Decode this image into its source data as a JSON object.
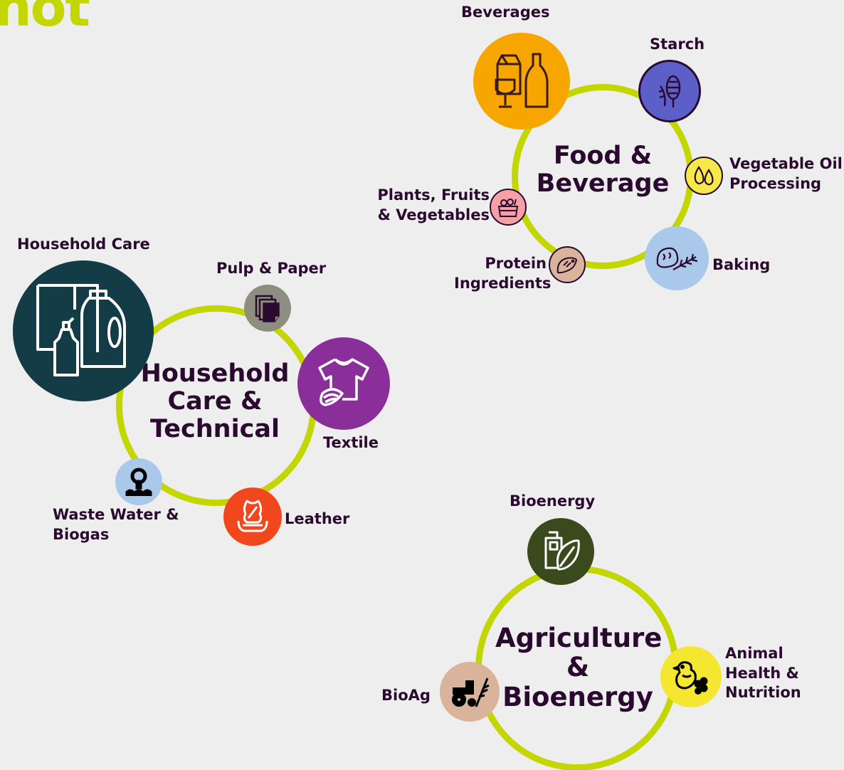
{
  "header": {
    "corner_text": "hot"
  },
  "colors": {
    "ring": "#c4d600",
    "title_text": "#2a0a2e",
    "accent_green": "#c4d600"
  },
  "clusters": {
    "food": {
      "title": "Food &\nBeverage",
      "items": {
        "beverages": {
          "label": "Beverages",
          "color": "#f7a600",
          "icon": "beverages-icon"
        },
        "starch": {
          "label": "Starch",
          "color": "#5c5fc8",
          "icon": "corn-icon"
        },
        "vegetable_oil": {
          "label": "Vegetable Oil\nProcessing",
          "color": "#f5e84a",
          "icon": "oil-drops-icon"
        },
        "baking": {
          "label": "Baking",
          "color": "#a9c8ea",
          "icon": "bread-wheat-icon"
        },
        "protein": {
          "label": "Protein\nIngredients",
          "color": "#d9b49a",
          "icon": "fish-icon"
        },
        "plants": {
          "label": "Plants, Fruits\n& Vegetables",
          "color": "#f4a0a5",
          "icon": "produce-crate-icon"
        }
      }
    },
    "household": {
      "title": "Household\nCare &\nTechnical",
      "items": {
        "household_care": {
          "label": "Household Care",
          "color": "#133c47",
          "icon": "detergent-bottles-icon"
        },
        "pulp_paper": {
          "label": "Pulp & Paper",
          "color": "#8e8e80",
          "icon": "paper-stack-icon"
        },
        "textile": {
          "label": "Textile",
          "color": "#8a2f9a",
          "icon": "tshirt-icon"
        },
        "leather": {
          "label": "Leather",
          "color": "#f2461d",
          "icon": "leather-hide-icon"
        },
        "waste_water": {
          "label": "Waste Water &\nBiogas",
          "color": "#a9c8ea",
          "icon": "water-treatment-icon"
        }
      }
    },
    "agriculture": {
      "title": "Agriculture\n&\nBioenergy",
      "items": {
        "bioenergy": {
          "label": "Bioenergy",
          "color": "#3a4a1c",
          "icon": "fuel-leaf-icon"
        },
        "animal_health": {
          "label": "Animal\nHealth &\nNutrition",
          "color": "#f5e631",
          "icon": "chicken-icon"
        },
        "bioag": {
          "label": "BioAg",
          "color": "#d9b49a",
          "icon": "tractor-wheat-icon"
        }
      }
    }
  }
}
